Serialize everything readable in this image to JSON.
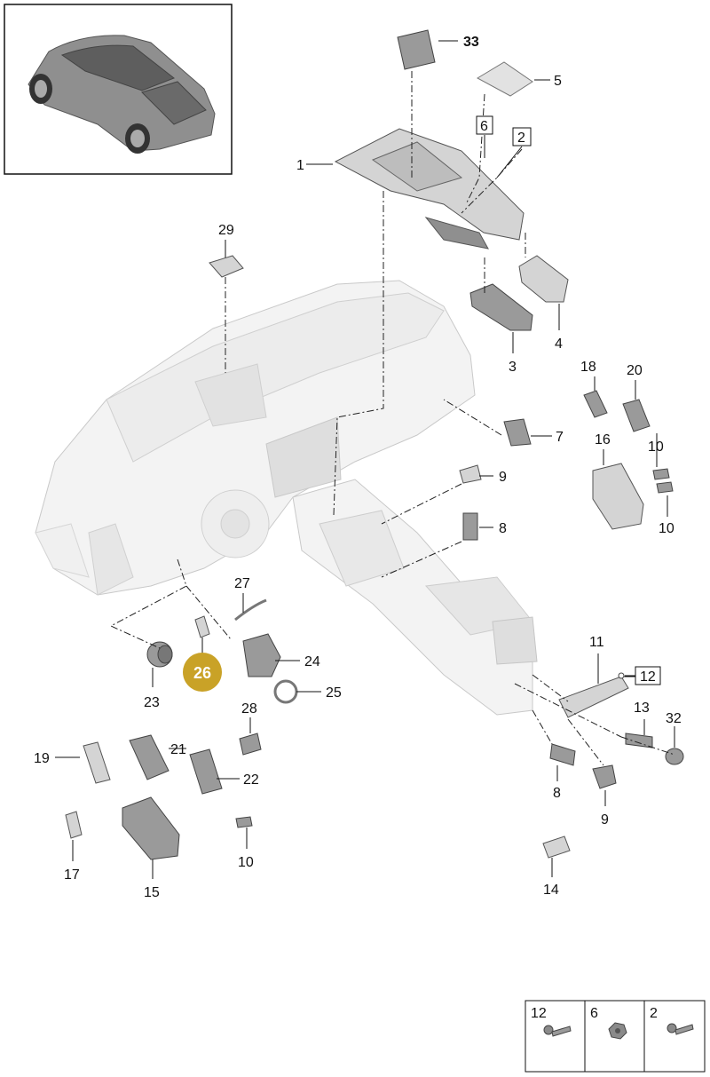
{
  "diagram": {
    "callouts": {
      "c1": "1",
      "c2": "2",
      "c3": "3",
      "c4": "4",
      "c5": "5",
      "c6": "6",
      "c7": "7",
      "c8a": "8",
      "c8b": "8",
      "c9a": "9",
      "c9b": "9",
      "c10a": "10",
      "c10b": "10",
      "c10c": "10",
      "c11": "11",
      "c12": "12",
      "c13": "13",
      "c14": "14",
      "c15": "15",
      "c16": "16",
      "c17": "17",
      "c18": "18",
      "c19": "19",
      "c20": "20",
      "c21": "21",
      "c22": "22",
      "c23": "23",
      "c24": "24",
      "c25": "25",
      "c26": "26",
      "c27": "27",
      "c28": "28",
      "c29": "29",
      "c32": "32",
      "c33": "33"
    },
    "highlight_color": "#c9a227",
    "legend": {
      "cells": [
        "12",
        "6",
        "2"
      ]
    }
  }
}
